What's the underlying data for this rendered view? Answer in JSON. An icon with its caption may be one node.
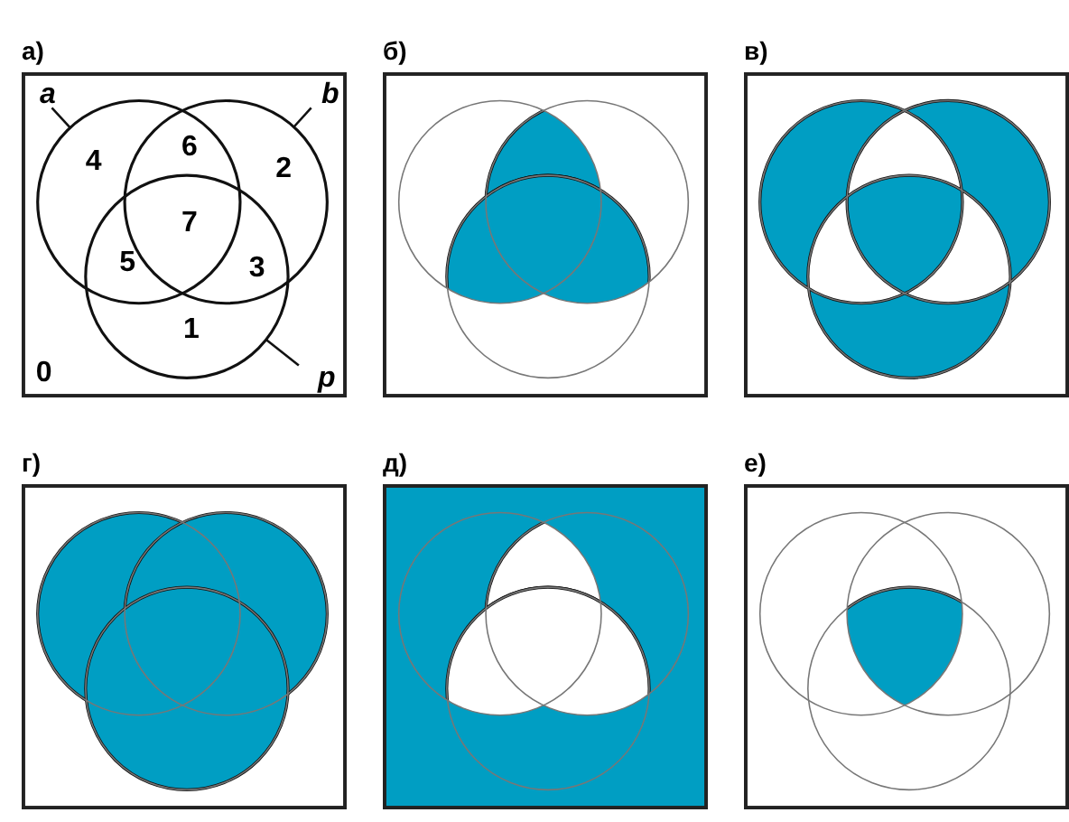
{
  "diagram": {
    "nodes": [
      {
        "text": [
          "а)"
        ]
      },
      {
        "text": [
          "a"
        ],
        "in": 0
      },
      {
        "text": [
          "b"
        ],
        "in": 0
      },
      {
        "text": [],
        "shape": "circle",
        "in": 0
      },
      {
        "text": [],
        "shape": "circle",
        "in": 0
      },
      {
        "text": [],
        "shape": "circle",
        "in": 0
      },
      {
        "text": [
          "p"
        ],
        "in": 0
      },
      {
        "text": [
          "б)"
        ]
      },
      {
        "text": [
          "в)"
        ]
      },
      {
        "text": [
          "г)"
        ]
      },
      {
        "text": [
          "д)"
        ]
      },
      {
        "text": [
          "е)"
        ]
      }
    ],
    "edges": [
      {
        "from": 1,
        "to": 3,
        "arrow": "none"
      },
      {
        "from": 2,
        "to": 4,
        "arrow": "none"
      },
      {
        "from": 6,
        "to": 5,
        "arrow": "none"
      }
    ],
    "labels": [
      "4",
      "6",
      "2",
      "7",
      "5",
      "3",
      "1",
      "0"
    ]
  }
}
